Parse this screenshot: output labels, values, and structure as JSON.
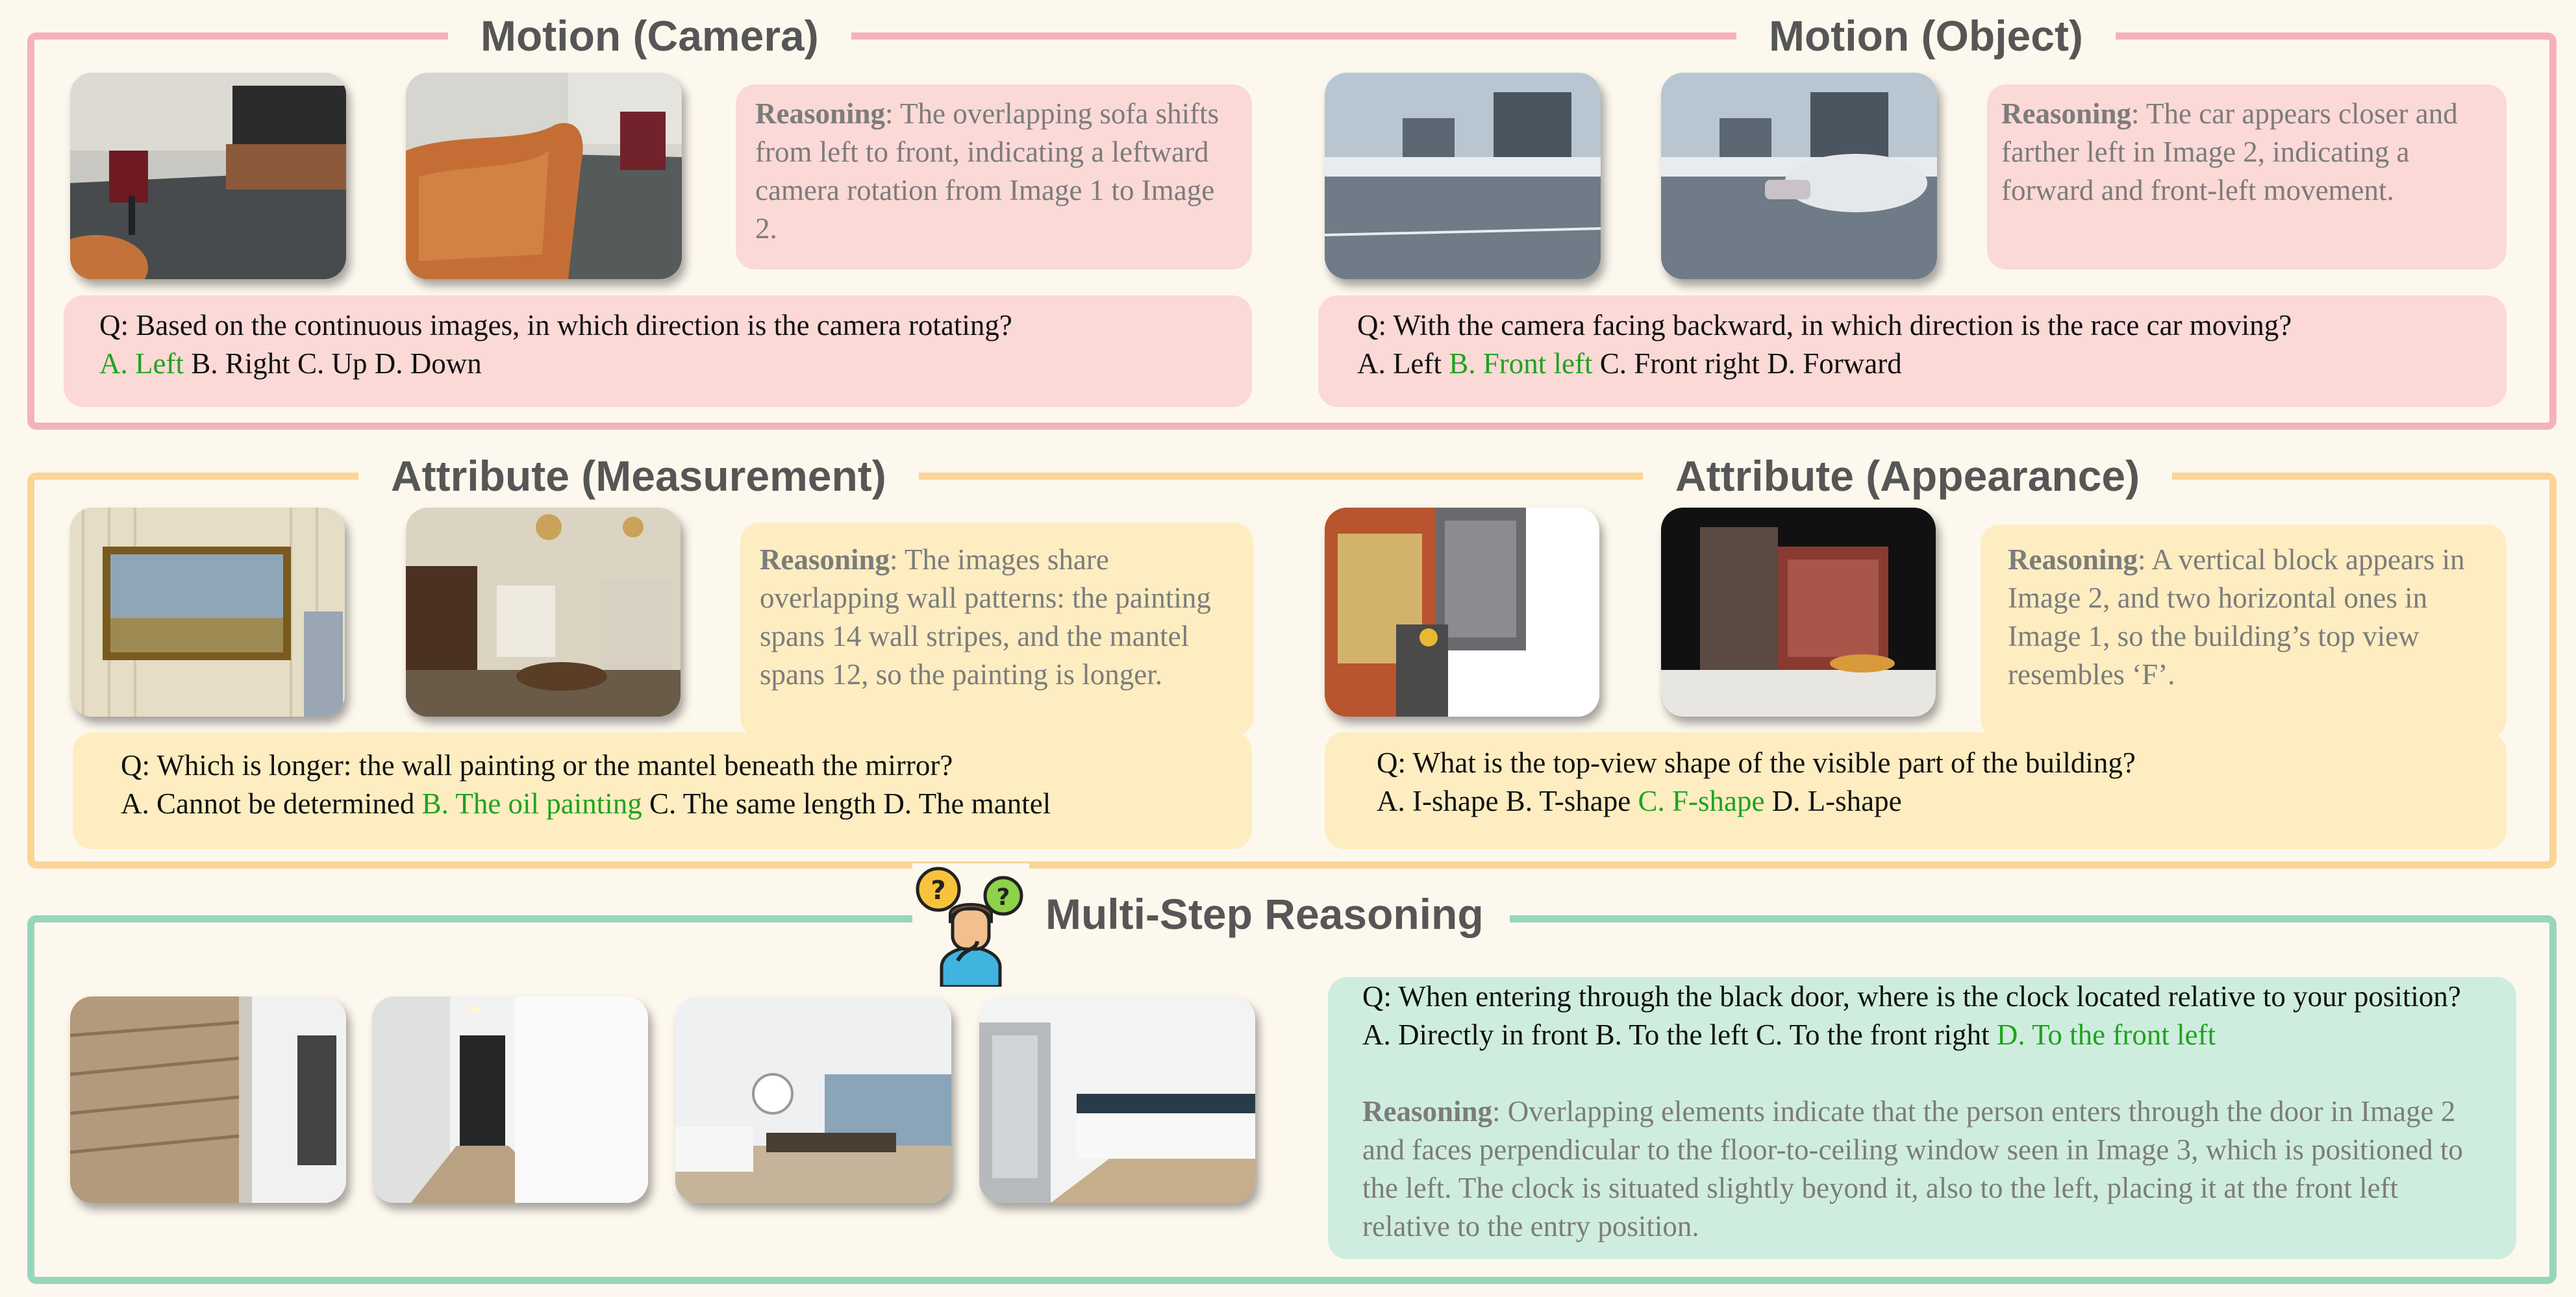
{
  "sections": {
    "motion_camera": {
      "title": "Motion (Camera)",
      "reasoning_label": "Reasoning",
      "reasoning_text": ": The overlapping sofa shifts from left to front, indicating a leftward camera rotation from Image 1 to Image 2.",
      "question": "Q: Based on the continuous images, in which direction is the camera rotating?",
      "options_correct": "A. Left",
      "options_rest": " B. Right C. Up D. Down"
    },
    "motion_object": {
      "title": "Motion (Object)",
      "reasoning_label": "Reasoning",
      "reasoning_text": ": The car appears closer and farther left in Image 2, indicating a forward and front-left movement.",
      "question": "Q: With the camera facing backward, in which direction is the race car moving?",
      "options_before": "A. Left ",
      "options_correct": "B. Front left",
      "options_after": " C. Front right D. Forward"
    },
    "attribute_measurement": {
      "title": "Attribute (Measurement)",
      "reasoning_label": "Reasoning",
      "reasoning_text": ": The images share overlapping wall patterns: the painting spans 14 wall stripes, and the mantel spans 12, so the painting is longer.",
      "question": "Q: Which is longer: the wall painting or the mantel beneath the mirror?",
      "options_before": "A. Cannot be determined ",
      "options_correct": "B. The oil painting",
      "options_after": " C. The same length D. The mantel"
    },
    "attribute_appearance": {
      "title": "Attribute (Appearance)",
      "reasoning_label": "Reasoning",
      "reasoning_text": ": A vertical block appears in Image 2, and two horizontal ones in Image 1, so the building’s top view resembles ‘F’.",
      "question": "Q: What is the top-view shape of the visible part of the building?",
      "options_before": "A. I-shape B. T-shape ",
      "options_correct": "C. F-shape",
      "options_after": " D. L-shape"
    },
    "multi_step": {
      "title": "Multi-Step Reasoning",
      "question": "Q: When entering through the black door, where is the clock located relative to your position?",
      "options_before": "A. Directly in front  B. To the left  C. To the front right  ",
      "options_correct": "D. To the front left",
      "reasoning_label": "Reasoning",
      "reasoning_text": ": Overlapping elements indicate that the person enters through the door in Image 2 and faces perpendicular to the floor-to-ceiling window seen in Image 3, which is positioned to the left. The clock is situated slightly beyond it, also to the left, placing it at the front left relative to the entry position."
    }
  },
  "colors": {
    "motion_border": "#f5b3b9",
    "attribute_border": "#fbd496",
    "multistep_border": "#98d6bc",
    "correct_answer": "#1fa31f"
  },
  "icons": [
    "thinking-person-icon",
    "question-mark-icon"
  ]
}
